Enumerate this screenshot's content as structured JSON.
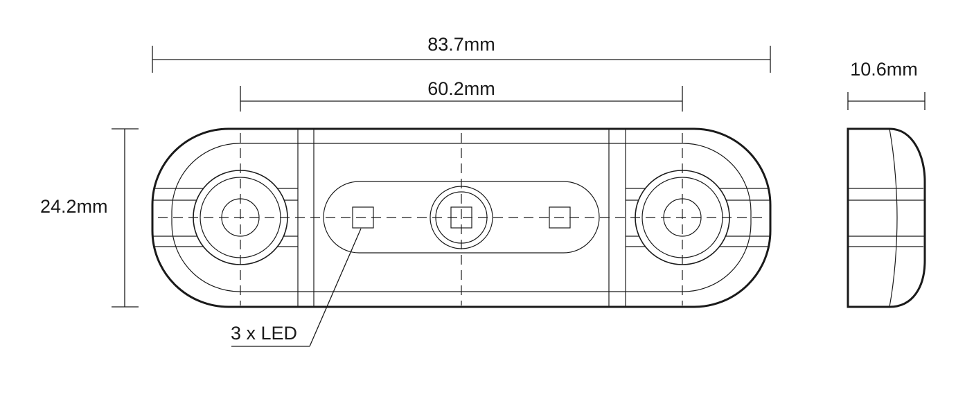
{
  "dimensions": {
    "overall_length": "83.7mm",
    "hole_spacing": "60.2mm",
    "height": "24.2mm",
    "depth": "10.6mm"
  },
  "callouts": {
    "led": "3 x LED"
  },
  "colors": {
    "line": "#1a1a1a",
    "background": "#ffffff"
  }
}
